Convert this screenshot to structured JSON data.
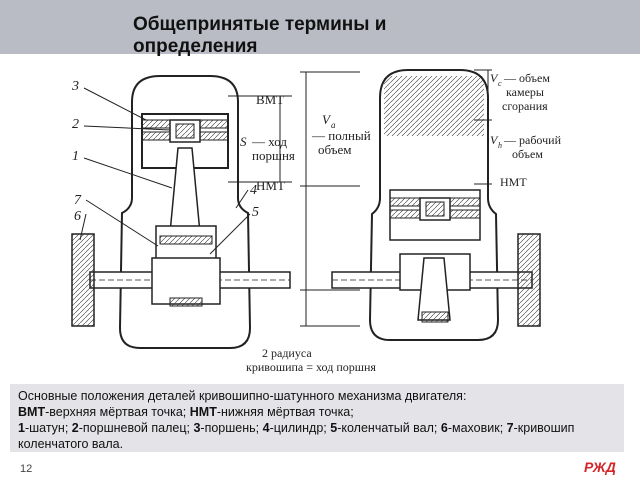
{
  "header": {
    "title": "Общепринятые термины и определения"
  },
  "diagram": {
    "numbers": {
      "n3": "3",
      "n2": "2",
      "n1": "1",
      "n4": "4",
      "n5": "5",
      "n7": "7",
      "n6": "6"
    },
    "left_labels": {
      "vmt": "ВМТ",
      "stroke_symbol": "S",
      "stroke_text_1": "— ход",
      "stroke_text_2": "поршня",
      "nmt": "НМТ"
    },
    "mid_labels": {
      "va_symbol": "V",
      "va_sub": "a",
      "va_text_1": "— полный",
      "va_text_2": "объем"
    },
    "right_labels": {
      "vc_symbol": "V",
      "vc_sub": "c",
      "vc_text_1": "— объем",
      "vc_text_2": "камеры",
      "vc_text_3": "сгорания",
      "vh_symbol": "V",
      "vh_sub": "h",
      "vh_text_1": "— рабочий",
      "vh_text_2": "объем",
      "nmt": "НМТ"
    },
    "bottom_labels": {
      "line1": "2 радиуса",
      "line2": "кривошипа = ход поршня"
    }
  },
  "caption": {
    "line1": "Основные положения деталей кривошипно-шатунного механизма двигателя:",
    "vmt": "ВМТ",
    "vmt_def": "-верхняя мёртвая точка;",
    "nmt": "НМТ",
    "nmt_def": "-нижняя мёртвая точка;",
    "k1": "1",
    "d1": "-шатун;",
    "k2": "2",
    "d2": "-поршневой палец;",
    "k3": "3",
    "d3": "-поршень;",
    "k4": "4",
    "d4": "-цилиндр;",
    "k5": "5",
    "d5": "-коленчатый вал;",
    "k6": "6",
    "d6": "-маховик;",
    "k7": "7",
    "d7": "-кривошип коленчатого вала."
  },
  "footer": {
    "page": "12",
    "logo_text": "РЖД"
  }
}
